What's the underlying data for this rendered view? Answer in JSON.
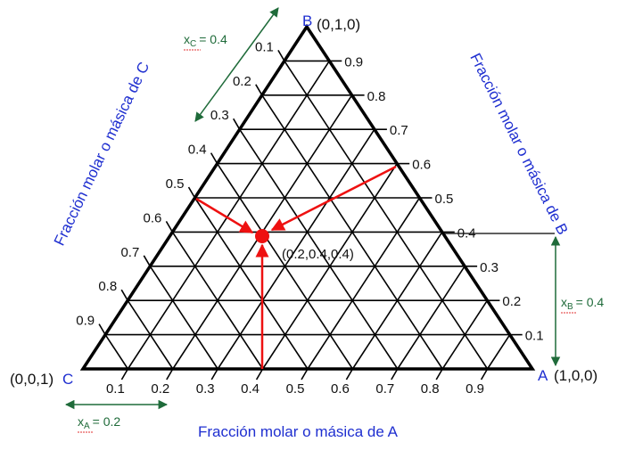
{
  "diagram": {
    "type": "ternary",
    "vertices": {
      "A": {
        "letter": "A",
        "coords": "(1,0,0)"
      },
      "B": {
        "letter": "B",
        "coords": "(0,1,0)"
      },
      "C": {
        "letter": "C",
        "coords": "(0,0,1)"
      }
    },
    "axis_titles": {
      "A": "Fracción molar o másica de A",
      "B": "Fracción molar o másica de B",
      "C": "Fracción molar o másica de C"
    },
    "ticks_A": [
      "0.1",
      "0.2",
      "0.3",
      "0.4",
      "0.5",
      "0.6",
      "0.7",
      "0.8",
      "0.9"
    ],
    "ticks_B": [
      "0.1",
      "0.2",
      "0.3",
      "0.4",
      "0.5",
      "0.6",
      "0.7",
      "0.8",
      "0.9"
    ],
    "ticks_C": [
      "0.1",
      "0.2",
      "0.3",
      "0.4",
      "0.5",
      "0.6",
      "0.7",
      "0.8",
      "0.9"
    ],
    "point": {
      "label": "(0.2,0.4,0.4)",
      "A": 0.2,
      "B": 0.4,
      "C": 0.4
    },
    "measures": {
      "xC": {
        "symbol": "x",
        "sub": "C",
        "value": "= 0.4"
      },
      "xB": {
        "symbol": "x",
        "sub": "B",
        "value": "= 0.4"
      },
      "xA": {
        "symbol": "x",
        "sub": "A",
        "value": "= 0.2"
      }
    },
    "colors": {
      "grid": "#000000",
      "marker": "#ee1111",
      "axis_titles": "#1f2fd0",
      "measures": "#1f6b3a"
    }
  }
}
